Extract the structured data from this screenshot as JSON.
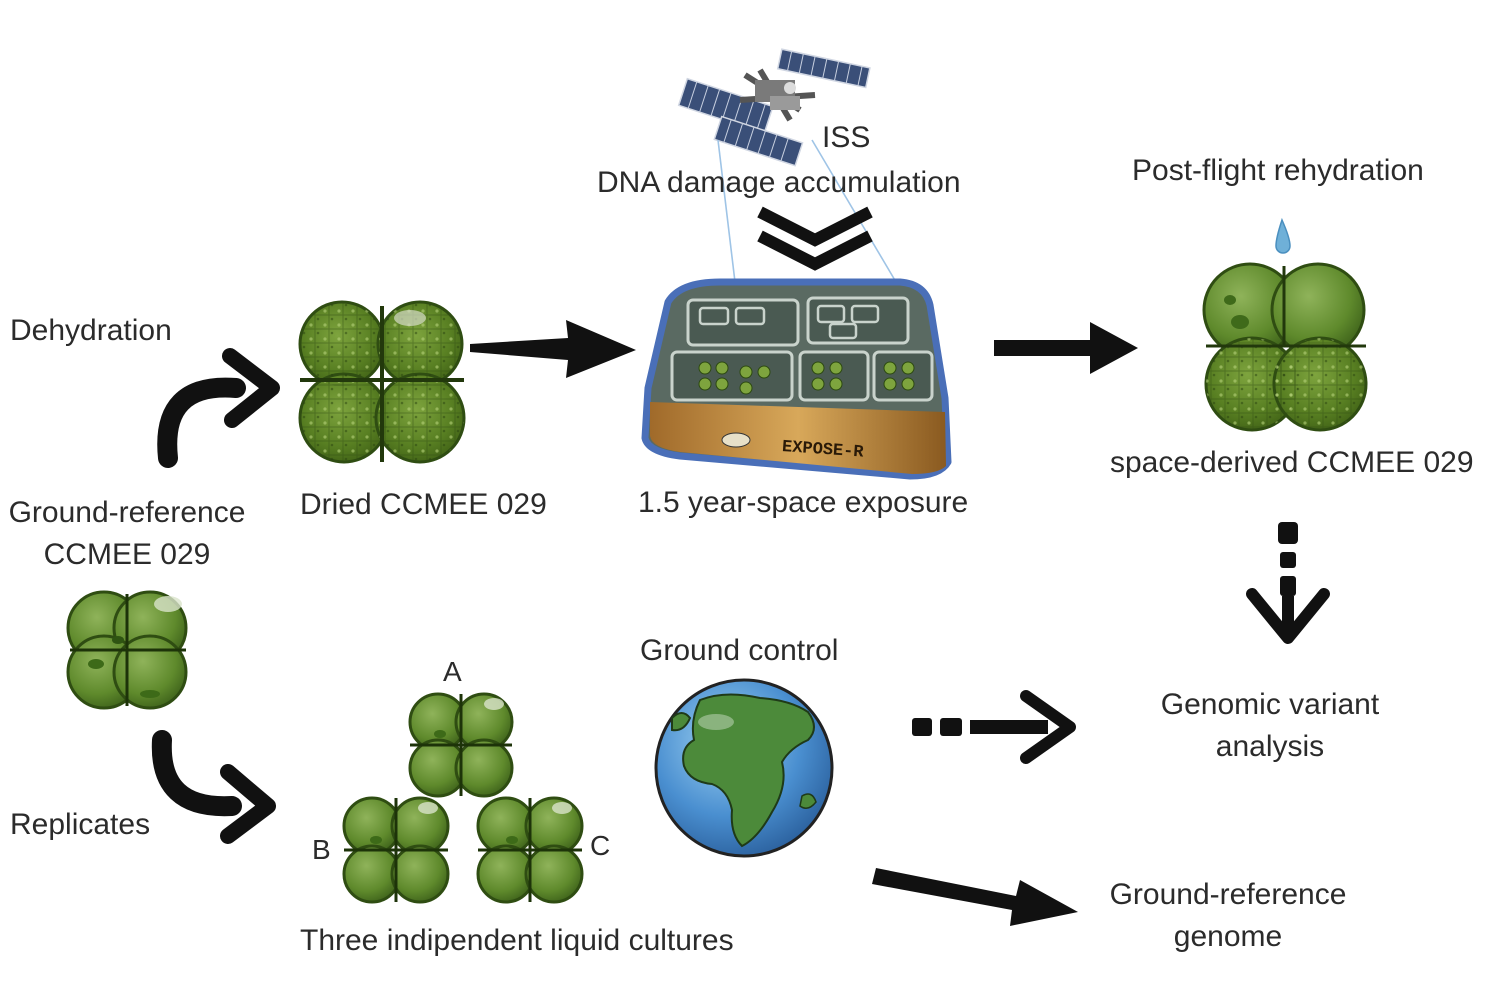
{
  "labels": {
    "iss": "ISS",
    "dna_damage": "DNA damage accumulation",
    "post_flight": "Post-flight  rehydration",
    "dehydration": "Dehydration",
    "dried": "Dried CCMEE 029",
    "exposure": "1.5  year-space  exposure",
    "space_derived": "space-derived CCMEE 029",
    "ground_reference_line1": "Ground-reference",
    "ground_reference_line2": "CCMEE 029",
    "replicates": "Replicates",
    "replicate_a": "A",
    "replicate_b": "B",
    "replicate_c": "C",
    "three_cultures": "Three indipendent liquid cultures",
    "ground_control": "Ground control",
    "genomic_line1": "Genomic variant",
    "genomic_line2": "analysis",
    "ref_genome_line1": "Ground-reference",
    "ref_genome_line2": "genome",
    "facility_plate": "EXPOSE-R"
  },
  "colors": {
    "cell_green": "#5f8a2c",
    "cell_dark": "#2f4f14",
    "cell_light": "#9fc070",
    "arrow": "#111111",
    "facility_border": "#4a6fb8",
    "water_drop": "#6fb0d8",
    "ocean": "#4a8fd0",
    "land": "#4c8a3a"
  }
}
